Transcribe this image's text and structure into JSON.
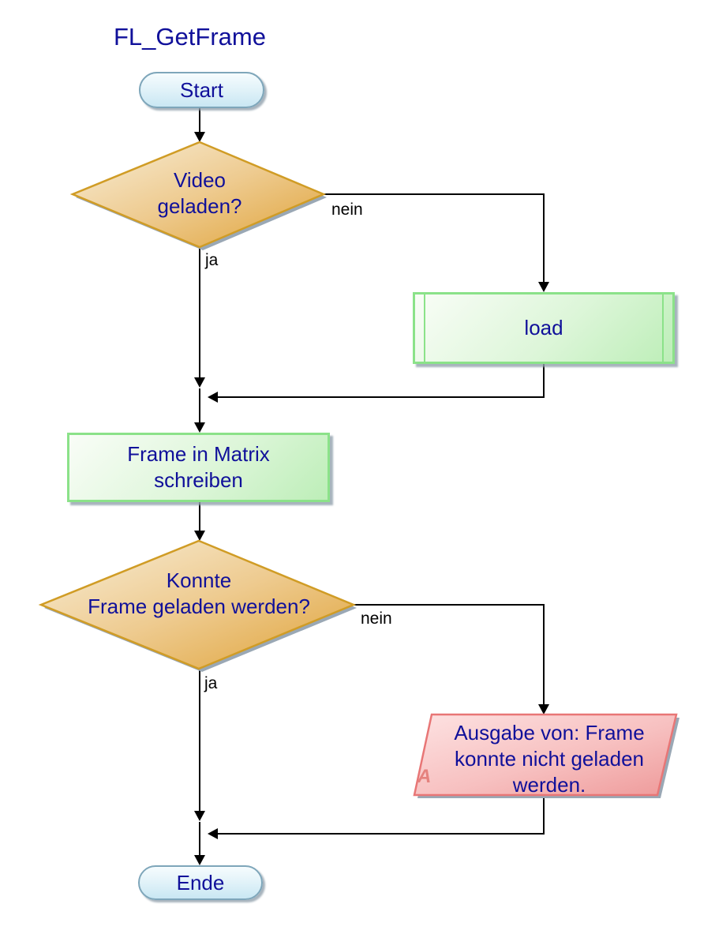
{
  "title": "FL_GetFrame",
  "nodes": {
    "start": {
      "type": "terminator",
      "label": "Start"
    },
    "decision_video": {
      "type": "decision",
      "line1": "Video",
      "line2": "geladen?"
    },
    "load": {
      "type": "predefined-process",
      "label": "load"
    },
    "process_frame": {
      "type": "process",
      "line1": "Frame in Matrix",
      "line2": "schreiben"
    },
    "decision_frame": {
      "type": "decision",
      "line1": "Konnte",
      "line2": "Frame geladen werden?"
    },
    "output_error": {
      "type": "data-output",
      "line1": "Ausgabe von: Frame",
      "line2": "konnte nicht geladen",
      "line3": "werden.",
      "marker": "A"
    },
    "end": {
      "type": "terminator",
      "label": "Ende"
    }
  },
  "edge_labels": {
    "video_no": "nein",
    "video_yes": "ja",
    "frame_no": "nein",
    "frame_yes": "ja"
  },
  "colors": {
    "title_text": "#10109a",
    "node_text": "#10109a",
    "edge_label_text": "#000000",
    "connector": "#000000",
    "terminator_border": "#7ea6ba",
    "terminator_fill_top": "#f6fcfe",
    "terminator_fill_bottom": "#c9e7f3",
    "decision_border": "#d09c25",
    "decision_fill_light": "#f8eed8",
    "decision_fill_dark": "#dfa237",
    "process_border": "#8be289",
    "process_fill_light": "#f9fdf7",
    "process_fill_dark": "#bdeeb8",
    "data_border": "#e87676",
    "data_fill_light": "#fde2e2",
    "data_fill_dark": "#ee9a9a",
    "data_marker": "#e5827e",
    "shadow": "#9aa8b5"
  }
}
